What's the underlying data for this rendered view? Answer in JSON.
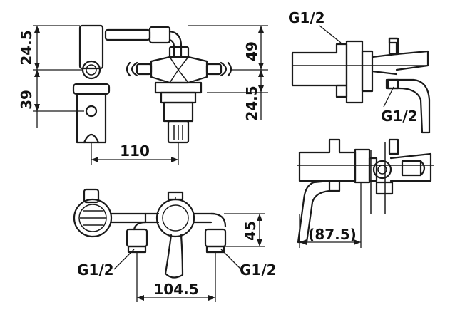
{
  "dimensions": {
    "top_left_a": "24.5",
    "top_left_b": "39",
    "top_right_a": "49",
    "top_right_b": "24.5",
    "width_top": "110",
    "height_bottom": "45",
    "width_bottom": "104.5",
    "width_side": "(87.5)"
  },
  "threads": {
    "side_top": "G1/2",
    "side_bottom": "G1/2",
    "bottom_left": "G1/2",
    "bottom_right": "G1/2"
  }
}
